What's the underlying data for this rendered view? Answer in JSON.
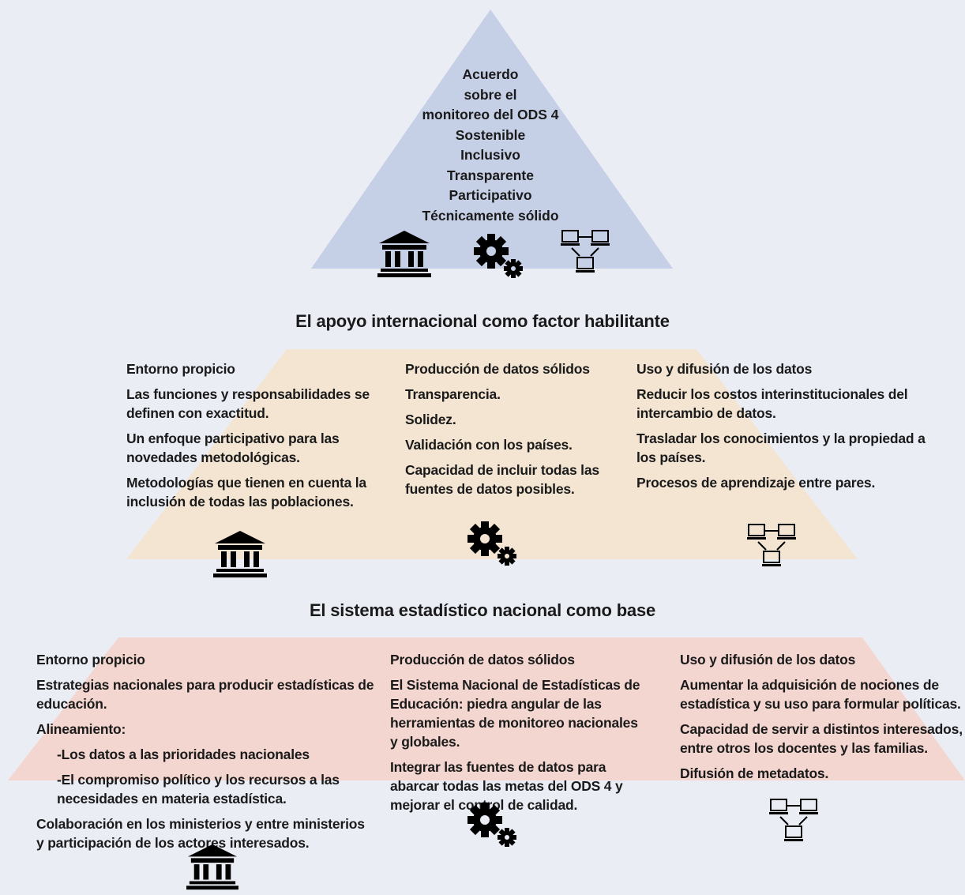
{
  "top": {
    "bold_lines": [
      "Acuerdo",
      "sobre el",
      "monitoreo del ODS 4"
    ],
    "items": [
      "Sostenible",
      "Inclusivo",
      "Transparente",
      "Participativo",
      "Técnicamente sólido"
    ]
  },
  "middle": {
    "title": "El apoyo internacional como factor habilitante",
    "col1": {
      "heading": "Entorno propicio",
      "items": [
        "Las funciones y responsabilidades se definen con exactitud.",
        "Un enfoque participativo para las novedades metodológicas.",
        "Metodologías que tienen en cuenta la inclusión de todas las poblaciones."
      ]
    },
    "col2": {
      "heading": "Producción de datos sólidos",
      "items": [
        "Transparencia.",
        "Solidez.",
        "Validación con los países.",
        "Capacidad de incluir todas las fuentes de datos posibles."
      ]
    },
    "col3": {
      "heading": "Uso y difusión de los datos",
      "items": [
        "Reducir los costos interinstitucionales del intercambio de datos.",
        "Trasladar los conocimientos y la propiedad a los países.",
        "Procesos de aprendizaje entre pares."
      ]
    }
  },
  "bottom": {
    "title": "El sistema estadístico nacional como base",
    "col1": {
      "heading": "Entorno propicio",
      "item1": "Estrategias nacionales para producir estadísticas de educación.",
      "item2": "Alineamiento:",
      "sub1": "-Los datos a las prioridades nacionales",
      "sub2": "-El compromiso político y los recursos a las necesidades en materia estadística.",
      "item3": "Colaboración en los ministerios y entre ministerios y participación de los actores interesados."
    },
    "col2": {
      "heading": "Producción de datos sólidos",
      "items": [
        "El Sistema Nacional de Estadísticas de Educación: piedra angular de las herramientas de monitoreo nacionales y globales.",
        "Integrar las fuentes de datos para abarcar todas las metas del ODS 4 y mejorar el control de calidad."
      ]
    },
    "col3": {
      "heading": "Uso y difusión de los datos",
      "items": [
        "Aumentar la adquisición de nociones de estadística y su uso para formular políticas.",
        "Capacidad de servir a distintos interesados, entre otros los docentes y las familias.",
        "Difusión de metadatos."
      ]
    }
  },
  "colors": {
    "background": "#ebedf5",
    "top_tier": "#c5cfe6",
    "middle_tier": "#f4e5d3",
    "bottom_tier": "#f4d6d0"
  },
  "icons": [
    "institution-icon",
    "gears-icon",
    "network-icon"
  ]
}
